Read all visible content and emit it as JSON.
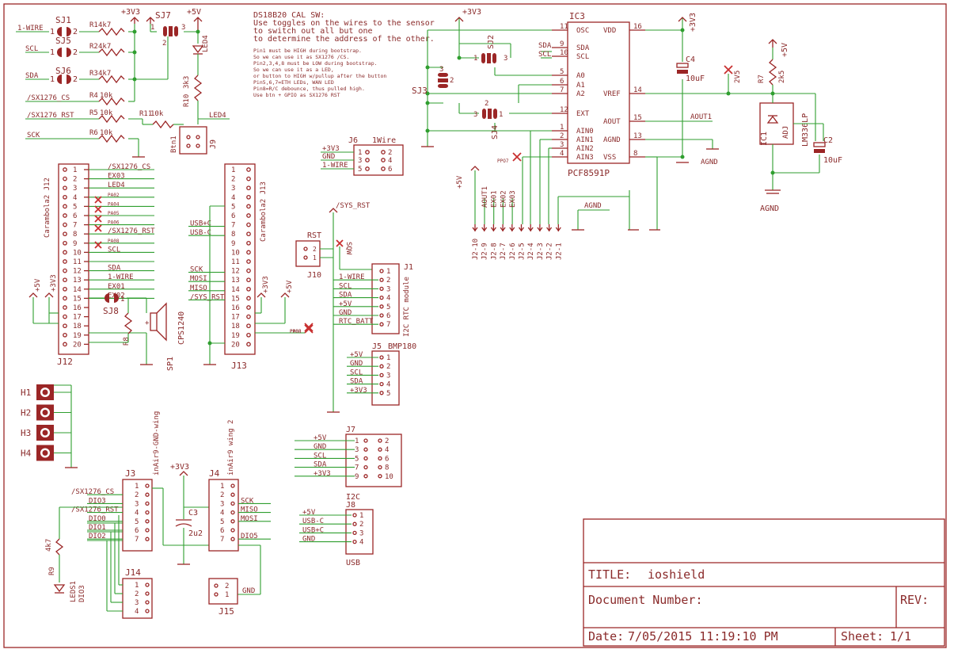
{
  "note": {
    "heading": "DS18B20 CAL SW:",
    "lines": [
      "Use toggles on the wires to the sensor",
      "to switch out all but one",
      "to determine the address of the other."
    ],
    "small": [
      "Pin1 must be HIGH during bootstrap.",
      "So we can use it as SX1276 /CS.",
      "Pin2,3,4,8 must be LOW during bootstrap.",
      "So we can use it as a LED,",
      "or button to HIGH w/pullup after the button",
      "Pin5,6,7=ETH LEDs, WAN LED",
      "Pin8=R/C debounce, thus pulled high.",
      "Use btn + GPIO as SX1276 RST"
    ]
  },
  "solder_jumpers": {
    "sj1": "SJ1",
    "sj5": "SJ5",
    "sj6": "SJ6",
    "sj7": "SJ7",
    "sj3": "SJ3",
    "sj2": "SJ2",
    "sj4": "SJ4",
    "sj8": "SJ8"
  },
  "left_signals": [
    "1-WIRE",
    "SCL",
    "SDA",
    "/SX1276_CS",
    "/SX1276_RST",
    "SCK"
  ],
  "resistors": {
    "r1": "R1",
    "r2": "R2",
    "r3": "R3",
    "r4": "R4",
    "r5": "R5",
    "r6": "R6",
    "r11": "R11",
    "v4k7": "4k7",
    "v10k": "10k"
  },
  "power": {
    "v3": "+3V3",
    "v5": "+5V",
    "agnd": "AGND",
    "v2v5": "2V5"
  },
  "top_parts": {
    "led4": "LED4",
    "r10": "R10",
    "r10v": "3k3",
    "btn": "Btn1",
    "j9": "J9"
  },
  "ic3": {
    "name": "IC3",
    "part": "PCF8591P",
    "left_pins": [
      {
        "n": "11",
        "l": "OSC"
      },
      {
        "n": "9",
        "l": "SDA"
      },
      {
        "n": "10",
        "l": "SCL"
      },
      {
        "n": "5",
        "l": "A0"
      },
      {
        "n": "6",
        "l": "A1"
      },
      {
        "n": "7",
        "l": "A2"
      },
      {
        "n": "12",
        "l": "EXT"
      },
      {
        "n": "1",
        "l": "AIN0"
      },
      {
        "n": "2",
        "l": "AIN1"
      },
      {
        "n": "3",
        "l": "AIN2"
      },
      {
        "n": "4",
        "l": "AIN3"
      }
    ],
    "right_pins": [
      {
        "n": "16",
        "l": "VDD"
      },
      {
        "n": "14",
        "l": "VREF"
      },
      {
        "n": "15",
        "l": "AOUT"
      },
      {
        "n": "13",
        "l": "AGND"
      },
      {
        "n": "8",
        "l": "VSS"
      }
    ],
    "sda_net": "SDA",
    "scl_net": "SCL",
    "aout_net": "AOUT1",
    "ain3_net": "PPO7"
  },
  "caps": {
    "c4": "C4",
    "c4v": "10uF",
    "c2": "C2",
    "c2v": "10uF",
    "c3": "C3",
    "c3v": "2u2"
  },
  "ic1": {
    "name": "IC1",
    "part": "LM336LP",
    "adj": "ADJ",
    "r7": "R7",
    "r7v": "2k5"
  },
  "j2_pins": [
    "J2-10",
    "J2-9",
    "J2-8",
    "J2-7",
    "J2-6",
    "J2-5",
    "J2-4",
    "J2-3",
    "J2-2",
    "J2-1"
  ],
  "j2_nets": [
    "AOUT1",
    "EX01",
    "EX02",
    "EX03"
  ],
  "j12": {
    "name": "J12",
    "part": "Carambola2 J12",
    "pins": [
      "1",
      "2",
      "3",
      "4",
      "5",
      "6",
      "7",
      "8",
      "9",
      "10",
      "11",
      "12",
      "13",
      "14",
      "15",
      "16",
      "17",
      "18",
      "19",
      "20"
    ],
    "nets": [
      "/SX1276_CS",
      "EX03",
      "LED4",
      "PA02",
      "PA04",
      "PA05",
      "PA06",
      "/SX1276_RST",
      "PA08",
      "SCL",
      "",
      "SDA",
      "1-WIRE",
      "EX01",
      "EX02"
    ]
  },
  "j13": {
    "name": "J13",
    "part": "Carambola2 J13",
    "pins": [
      "1",
      "2",
      "3",
      "4",
      "5",
      "6",
      "7",
      "8",
      "9",
      "10",
      "11",
      "12",
      "13",
      "14",
      "15",
      "16",
      "17",
      "18",
      "19",
      "20"
    ],
    "nets": [
      "USB+C",
      "USB-C",
      "SCK",
      "MOSI",
      "MISO",
      "/SYS_RST"
    ],
    "extra": "PA08"
  },
  "sp1": {
    "name": "SP1",
    "part": "CPS1240",
    "r8": "R8"
  },
  "j6": {
    "name": "J6",
    "title": "1Wire",
    "pins": [
      "1",
      "2",
      "3",
      "4",
      "5",
      "6"
    ],
    "nets": [
      "+3V3",
      "GND",
      "1-WIRE"
    ]
  },
  "rtc": {
    "rst_label": "RST",
    "j10": "J10",
    "sqw": "SQW",
    "sys_rst": "/SYS_RST",
    "j1": "J1",
    "j1_title": "I2C RTC module",
    "pins": [
      "1",
      "2",
      "3",
      "4",
      "5",
      "6",
      "7"
    ],
    "nets": [
      "1-WIRE",
      "SCL",
      "SDA",
      "+5V",
      "GND",
      "RTC_BATT"
    ],
    "ppo": "PPO8"
  },
  "j5": {
    "name": "J5",
    "title": "BMP180",
    "pins": [
      "1",
      "2",
      "3",
      "4",
      "5"
    ],
    "nets": [
      "+5V",
      "GND",
      "SCL",
      "SDA",
      "+3V3"
    ]
  },
  "j7": {
    "name": "J7",
    "title": "I2C",
    "pins": [
      "1",
      "2",
      "3",
      "4",
      "5",
      "6",
      "7",
      "8",
      "9",
      "10"
    ],
    "nets": [
      "+5V",
      "GND",
      "SCL",
      "SDA",
      "+3V3"
    ]
  },
  "j8": {
    "name": "J8",
    "title": "USB",
    "pins": [
      "1",
      "2",
      "3",
      "4"
    ],
    "nets": [
      "+5V",
      "USB-C",
      "USB+C",
      "GND"
    ]
  },
  "holes": [
    "H1",
    "H2",
    "H3",
    "H4"
  ],
  "j3": {
    "name": "J3",
    "title": "inAir9-GND-wing",
    "pins": [
      "1",
      "2",
      "3",
      "4",
      "5",
      "6",
      "7"
    ],
    "nets": [
      "/SX1276_CS",
      "DIO3",
      "/SX1276_RST",
      "DIO0",
      "DIO1",
      "DIO2"
    ]
  },
  "j4": {
    "name": "J4",
    "title": "inAir9 wing 2",
    "pins": [
      "1",
      "2",
      "3",
      "4",
      "5",
      "6",
      "7"
    ],
    "nets": [
      "SCK",
      "MISO",
      "MOSI",
      "DIO5"
    ]
  },
  "j14": {
    "name": "J14",
    "pins": [
      "1",
      "2",
      "3",
      "4"
    ]
  },
  "j15": {
    "name": "J15",
    "pins": [
      "2",
      "1"
    ],
    "net": "GND"
  },
  "leds1": {
    "name": "LEDS1",
    "sub": "DIO3",
    "r9": "R9",
    "r9v": "4k7"
  },
  "title_block": {
    "title_label": "TITLE:",
    "title_value": "ioshield",
    "doc_label": "Document Number:",
    "rev_label": "REV:",
    "date_label": "Date:",
    "date_value": "7/05/2015 11:19:10 PM",
    "sheet_label": "Sheet:",
    "sheet_value": "1/1"
  }
}
